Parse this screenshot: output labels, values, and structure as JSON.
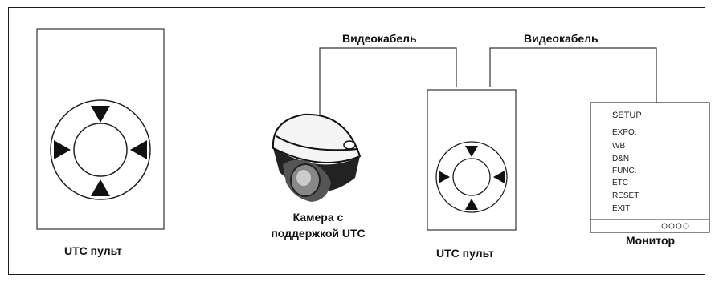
{
  "cables": [
    {
      "label": "Видеокабель"
    },
    {
      "label": "Видеокабель"
    }
  ],
  "remote_large": {
    "label": "UTC пульт"
  },
  "remote_small": {
    "label": "UTC пульт"
  },
  "camera": {
    "label_line1": "Камера с",
    "label_line2": "поддержкой UTC"
  },
  "monitor": {
    "label": "Монитор",
    "menu_title": "SETUP",
    "menu_items": [
      "EXPO.",
      "WB",
      "D&N",
      "FUNC.",
      "ETC",
      "RESET",
      "EXIT"
    ]
  }
}
